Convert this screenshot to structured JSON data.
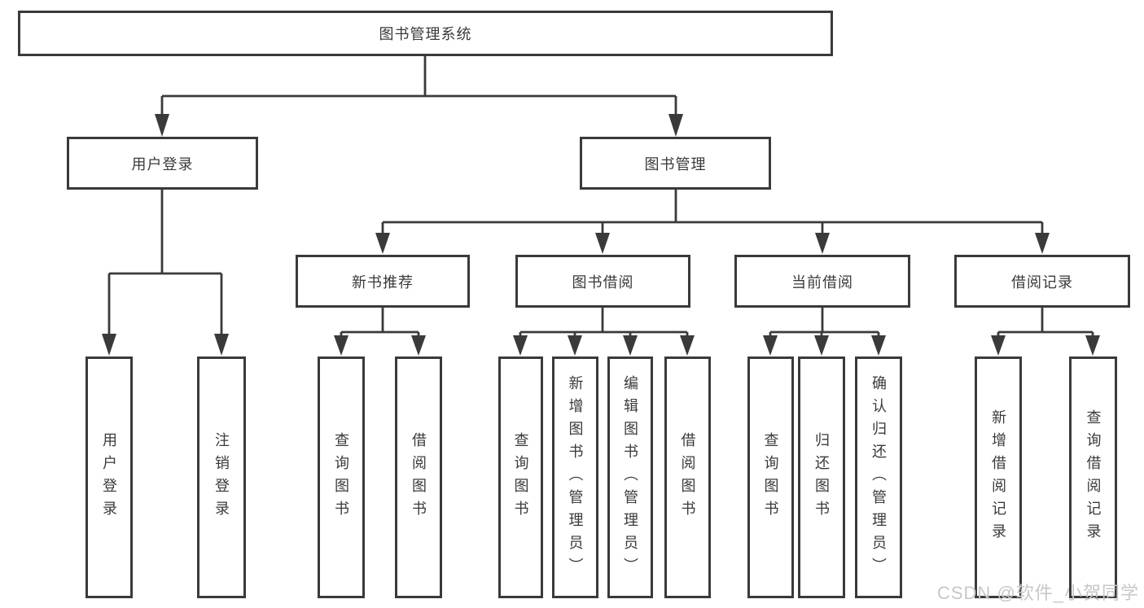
{
  "diagram": {
    "title": "图书管理系统",
    "branches": [
      {
        "label": "用户登录",
        "children": [
          {
            "label": "用户登录"
          },
          {
            "label": "注销登录"
          }
        ]
      },
      {
        "label": "图书管理",
        "children": [
          {
            "label": "新书推荐",
            "children": [
              {
                "label": "查询图书"
              },
              {
                "label": "借阅图书"
              }
            ]
          },
          {
            "label": "图书借阅",
            "children": [
              {
                "label": "查询图书"
              },
              {
                "label": "新增图书（管理员）"
              },
              {
                "label": "编辑图书（管理员）"
              },
              {
                "label": "借阅图书"
              }
            ]
          },
          {
            "label": "当前借阅",
            "children": [
              {
                "label": "查询图书"
              },
              {
                "label": "归还图书"
              },
              {
                "label": "确认归还（管理员）"
              }
            ]
          },
          {
            "label": "借阅记录",
            "children": [
              {
                "label": "新增借阅记录"
              },
              {
                "label": "查询借阅记录"
              }
            ]
          }
        ]
      }
    ]
  },
  "watermark": {
    "text": "CSDN @软件_小贺同学"
  },
  "colors": {
    "line": "#3a3a3a",
    "box_border": "#3a3a3a",
    "text": "#3a3a3a",
    "watermark": "#c7c7c7",
    "background": "#ffffff"
  }
}
